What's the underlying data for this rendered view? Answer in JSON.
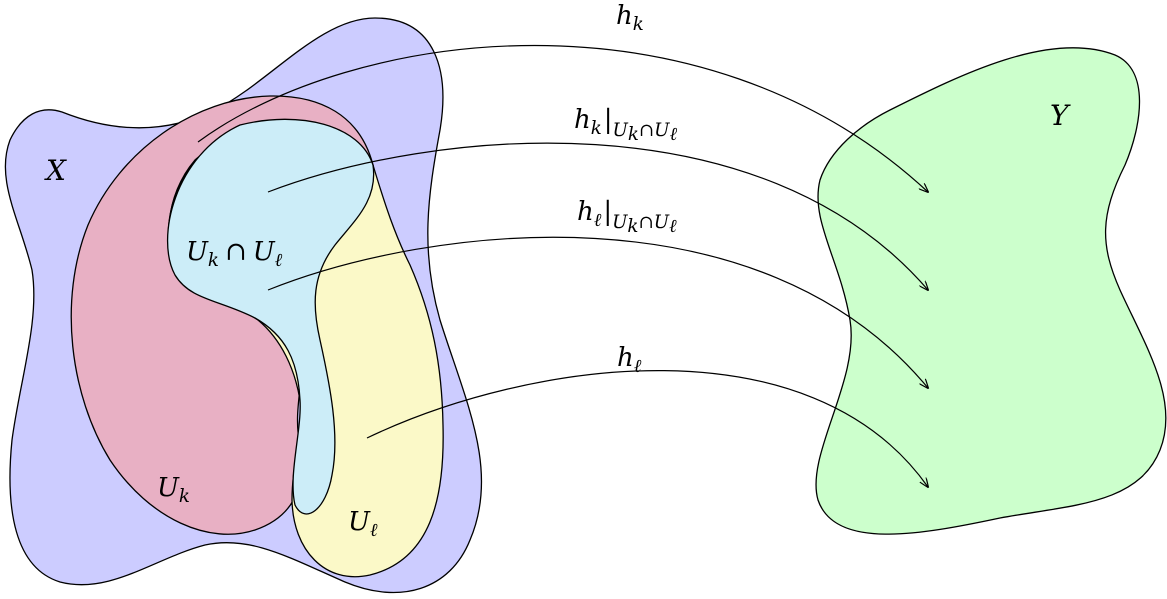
{
  "colors": {
    "X": "#ccccff",
    "U_k": "#e8b0c4",
    "U_l": "#fbf9c8",
    "intersection": "#ccedf8",
    "Y": "#ccffcc",
    "stroke": "#000000"
  },
  "labels": {
    "X": {
      "base": "X"
    },
    "Y": {
      "base": "Y"
    },
    "U_k": {
      "base": "U",
      "sub": "k"
    },
    "U_l": {
      "base": "U",
      "sub": "ℓ"
    },
    "intersection": {
      "a": "U",
      "a_sub": "k",
      "op": "∩",
      "b": "U",
      "b_sub": "ℓ"
    }
  },
  "maps": [
    {
      "id": "h_k",
      "base": "h",
      "sub": "k",
      "restriction": false
    },
    {
      "id": "h_k_restricted",
      "base": "h",
      "sub": "k",
      "restriction": true,
      "bar": "|",
      "dom_a": "U",
      "dom_a_sub": "k",
      "op": "∩",
      "dom_b": "U",
      "dom_b_sub": "ℓ"
    },
    {
      "id": "h_l_restricted",
      "base": "h",
      "sub": "ℓ",
      "restriction": true,
      "bar": "|",
      "dom_a": "U",
      "dom_a_sub": "k",
      "op": "∩",
      "dom_b": "U",
      "dom_b_sub": "ℓ"
    },
    {
      "id": "h_l",
      "base": "h",
      "sub": "ℓ",
      "restriction": false
    }
  ]
}
